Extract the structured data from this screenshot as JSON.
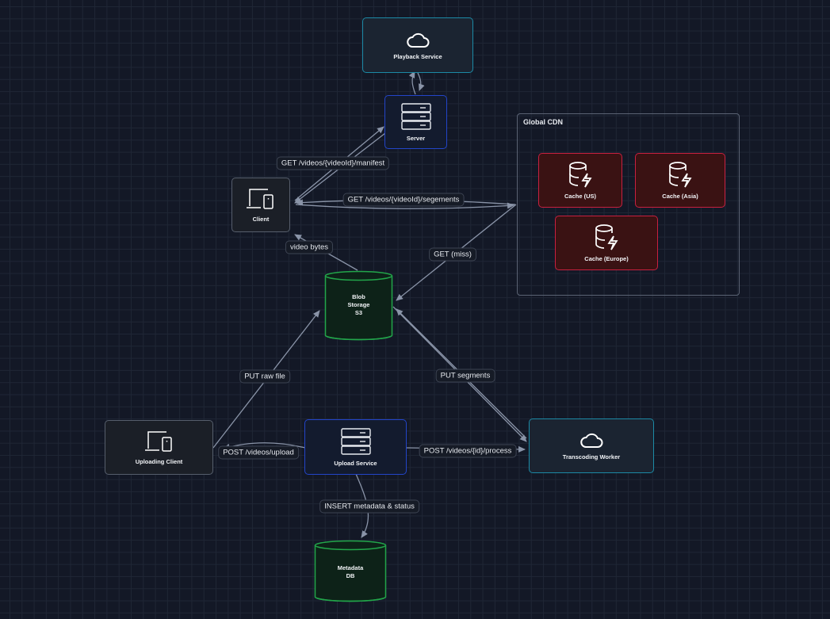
{
  "diagram": {
    "nodes": {
      "playback_service": {
        "label": "Playback Service",
        "icon": "cloud-icon"
      },
      "server": {
        "label": "Server",
        "icon": "server-icon"
      },
      "client": {
        "label": "Client",
        "icon": "devices-icon"
      },
      "blob_storage": {
        "label": "Blob\nStorage\nS3",
        "icon": "cylinder"
      },
      "uploading_client": {
        "label": "Uploading Client",
        "icon": "devices-icon"
      },
      "upload_service": {
        "label": "Upload Service",
        "icon": "server-icon"
      },
      "transcoding_worker": {
        "label": "Transcoding Worker",
        "icon": "cloud-icon"
      },
      "metadata_db": {
        "label": "Metadata\nDB",
        "icon": "cylinder"
      },
      "cache_us": {
        "label": "Cache (US)",
        "icon": "database-zap-icon"
      },
      "cache_asia": {
        "label": "Cache (Asia)",
        "icon": "database-zap-icon"
      },
      "cache_europe": {
        "label": "Cache (Europe)",
        "icon": "database-zap-icon"
      }
    },
    "groups": {
      "global_cdn": {
        "label": "Global CDN"
      }
    },
    "edges": [
      {
        "from": "Server",
        "to": "Playback Service",
        "label": ""
      },
      {
        "from": "Client",
        "to": "Server",
        "label": "GET /videos/{videoId}/manifest"
      },
      {
        "from": "Client",
        "to": "Global CDN",
        "label": "GET /videos/{videoId}/segements"
      },
      {
        "from": "Global CDN",
        "to": "Blob Storage S3",
        "label": "GET (miss)"
      },
      {
        "from": "Blob Storage S3",
        "to": "Client",
        "label": "video bytes"
      },
      {
        "from": "Uploading Client",
        "to": "Blob Storage S3",
        "label": "PUT raw file"
      },
      {
        "from": "Upload Service",
        "to": "Uploading Client",
        "label": "POST /videos/upload"
      },
      {
        "from": "Upload Service",
        "to": "Transcoding Worker",
        "label": "POST /videos/{id}/process"
      },
      {
        "from": "Transcoding Worker",
        "to": "Blob Storage S3",
        "label": "PUT segments"
      },
      {
        "from": "Upload Service",
        "to": "Metadata DB",
        "label": "INSERT metadata & status"
      }
    ],
    "colors": {
      "background": "#131826",
      "edge": "#8a94a8",
      "teal": "#1c8aa6",
      "blue": "#2345c9",
      "gray": "#565e6c",
      "red": "#c8203f",
      "green": "#22a54a"
    }
  }
}
